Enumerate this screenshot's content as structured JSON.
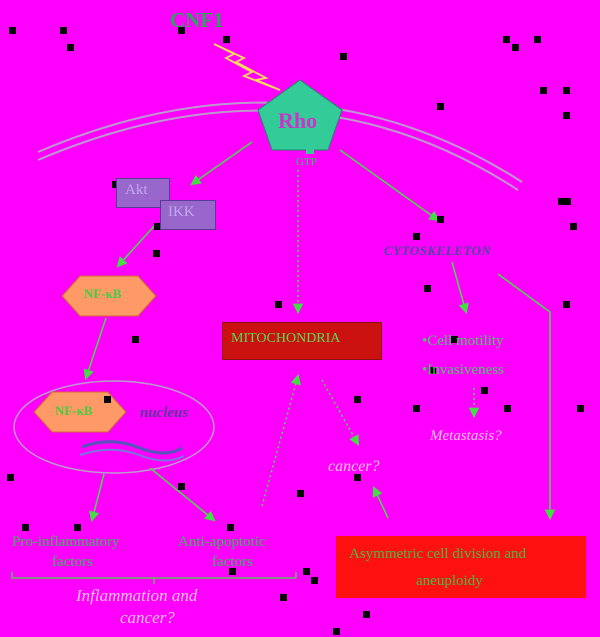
{
  "labels": {
    "cnf1": "CNF1",
    "rho": "Rho",
    "gtp": "GTP",
    "akt": "Akt",
    "ikk": "IKK",
    "nfkb_cytoplasm": "NF-κB",
    "nfkb_nucleus": "NF-κB",
    "nucleus": "nucleus",
    "mitochondria": "MITOCHONDRIA",
    "cytoskeleton": "CYTOSKELETON",
    "cell_motility": "•Cell motility",
    "invasiveness": "•Invasiveness",
    "metastasis": "Metastasis?",
    "cancer_center": "cancer?",
    "pro_inflammatory_line1": "Pro-inflammatory",
    "pro_inflammatory_line2": "factors",
    "anti_apoptotic_line1": "Anti-apoptotic",
    "anti_apoptotic_line2": "factors",
    "inflammation_line1": "Inflammation and",
    "inflammation_line2": "cancer?",
    "asymmetric_line1": "Asymmetric cell division and",
    "asymmetric_line2": "aneuploidy"
  },
  "colors": {
    "background": "#ff00ff",
    "rho_pentagon": "#33cc99",
    "nfkb_hexagon": "#ff9966",
    "akt_ikk_box": "#9966cc",
    "mitochondria_box": "#cc1111",
    "asymmetric_box": "#ff1111",
    "arrow": "#44dd44"
  }
}
